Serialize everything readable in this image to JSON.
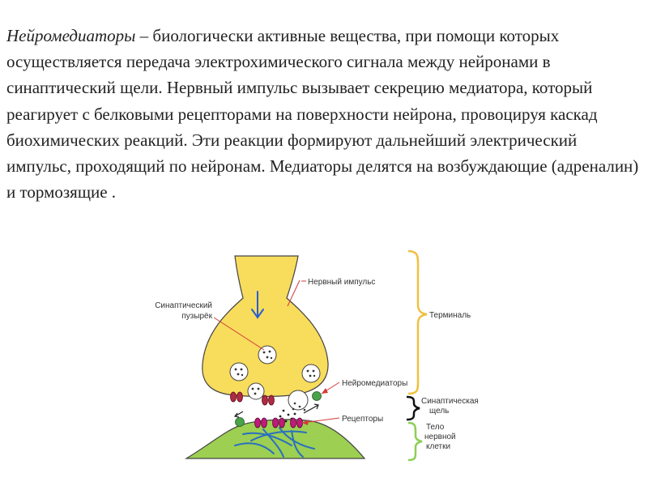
{
  "paragraph": {
    "term": "Нейромедиаторы",
    "body": " – биологически активные вещества, при помощи которых осуществляется передача электрохимического сигнала между нейронами в синаптический щели. Нервный импульс вызывает секрецию медиатора, который реагирует с белковыми рецепторами на поверхности нейрона, провоцируя каскад биохимических реакций. Эти реакции формируют дальнейший электрический импульс, проходящий по нейронам. Медиаторы делятся на возбуждающие (адреналин) и тормозящие ."
  },
  "diagram": {
    "labels": {
      "impulse": "Нервный импульс",
      "vesicle_line1": "Синаптический",
      "vesicle_line2": "пузырёк",
      "neurotransmitters": "Нейромедиаторы",
      "receptors": "Рецепторы",
      "terminal": "Терминаль",
      "cleft_line1": "Синаптическая",
      "cleft_line2": "щель",
      "body_line1": "Тело",
      "body_line2": "нервной",
      "body_line3": "клетки"
    },
    "colors": {
      "terminal_fill": "#f8dc5c",
      "cell_body_fill": "#9ccf52",
      "receptor": "#b02a42",
      "postsynaptic_receptor": "#c2187c",
      "neuromediator_green": "#4aa24a",
      "filaments": "#2a6fc0",
      "pointer_lines": "#d43a3a",
      "terminal_brace": "#f0c040",
      "body_brace": "#8ccf55",
      "cleft_brace": "#111111",
      "arrow": "#2a5fd0"
    }
  }
}
